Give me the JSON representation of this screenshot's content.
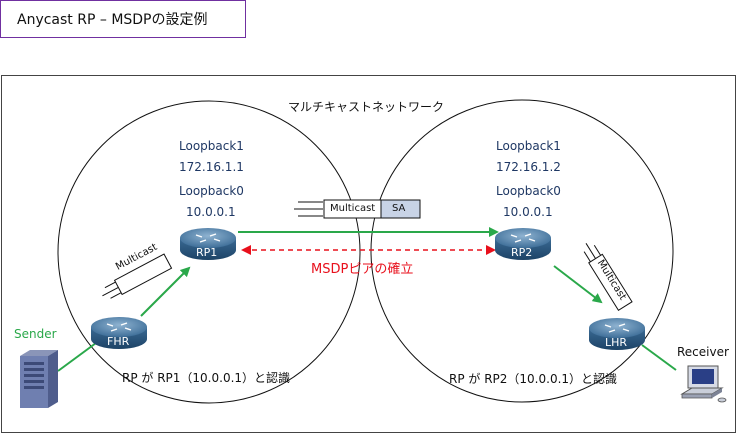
{
  "title": "Anycast RP – MSDPの設定例",
  "network_label": "マルチキャストネットワーク",
  "rp1": {
    "label": "RP1",
    "loopback1_label": "Loopback1",
    "loopback1_ip": "172.16.1.1",
    "loopback0_label": "Loopback0",
    "loopback0_ip": "10.0.0.1",
    "recognition": "RP が RP1（10.0.0.1）と認識"
  },
  "rp2": {
    "label": "RP2",
    "loopback1_label": "Loopback1",
    "loopback1_ip": "172.16.1.2",
    "loopback0_label": "Loopback0",
    "loopback0_ip": "10.0.0.1",
    "recognition": "RP が RP2（10.0.0.1）と認識"
  },
  "fhr_label": "FHR",
  "lhr_label": "LHR",
  "sender_label": "Sender",
  "receiver_label": "Receiver",
  "msdp_peer_label": "MSDPピアの確立",
  "multicast_label": "Multicast",
  "sa_label": "SA",
  "colors": {
    "title_border": "#7030a0",
    "green_arrow": "#2aa84a",
    "red_dashed": "#e8101c",
    "loopback_text": "#1f3864",
    "router_blue": "#2f5f8a",
    "sa_fill": "#c8d3e6"
  },
  "icons": [
    "router-icon",
    "server-icon",
    "workstation-icon",
    "packet-icon"
  ]
}
